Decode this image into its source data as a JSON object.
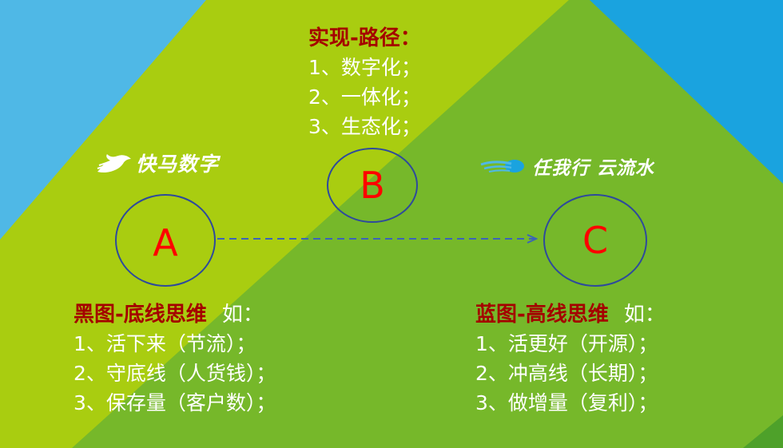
{
  "colors": {
    "bg_blue": "#4fb8e6",
    "bg_yellow_green": "#a9cd10",
    "bg_green": "#76b82a",
    "bg_top_right_blue": "#1aa3df",
    "circle_stroke": "#2e4a9c",
    "circle_label": "#ff0000",
    "title_red": "#a40000",
    "arrow": "#3b63b8"
  },
  "logos": {
    "left": {
      "icon": "horse-icon",
      "text": "快马数字"
    },
    "right": {
      "icon": "cloud-swirl-icon",
      "text": "任我行 云流水"
    }
  },
  "nodes": {
    "a": {
      "label": "A"
    },
    "b": {
      "label": "B"
    },
    "c": {
      "label": "C"
    }
  },
  "path": {
    "title": "实现-路径：",
    "items": [
      "1、数字化；",
      "2、一体化；",
      "3、生态化；"
    ]
  },
  "black": {
    "title": "黑图-底线思维",
    "suffix": "如：",
    "items": [
      "1、活下来（节流）；",
      "2、守底线（人货钱）；",
      "3、保存量（客户数）；"
    ]
  },
  "blue": {
    "title": "蓝图-高线思维",
    "suffix": "如：",
    "items": [
      "1、活更好（开源）；",
      "2、冲高线（长期）；",
      "3、做增量（复利）；"
    ]
  }
}
